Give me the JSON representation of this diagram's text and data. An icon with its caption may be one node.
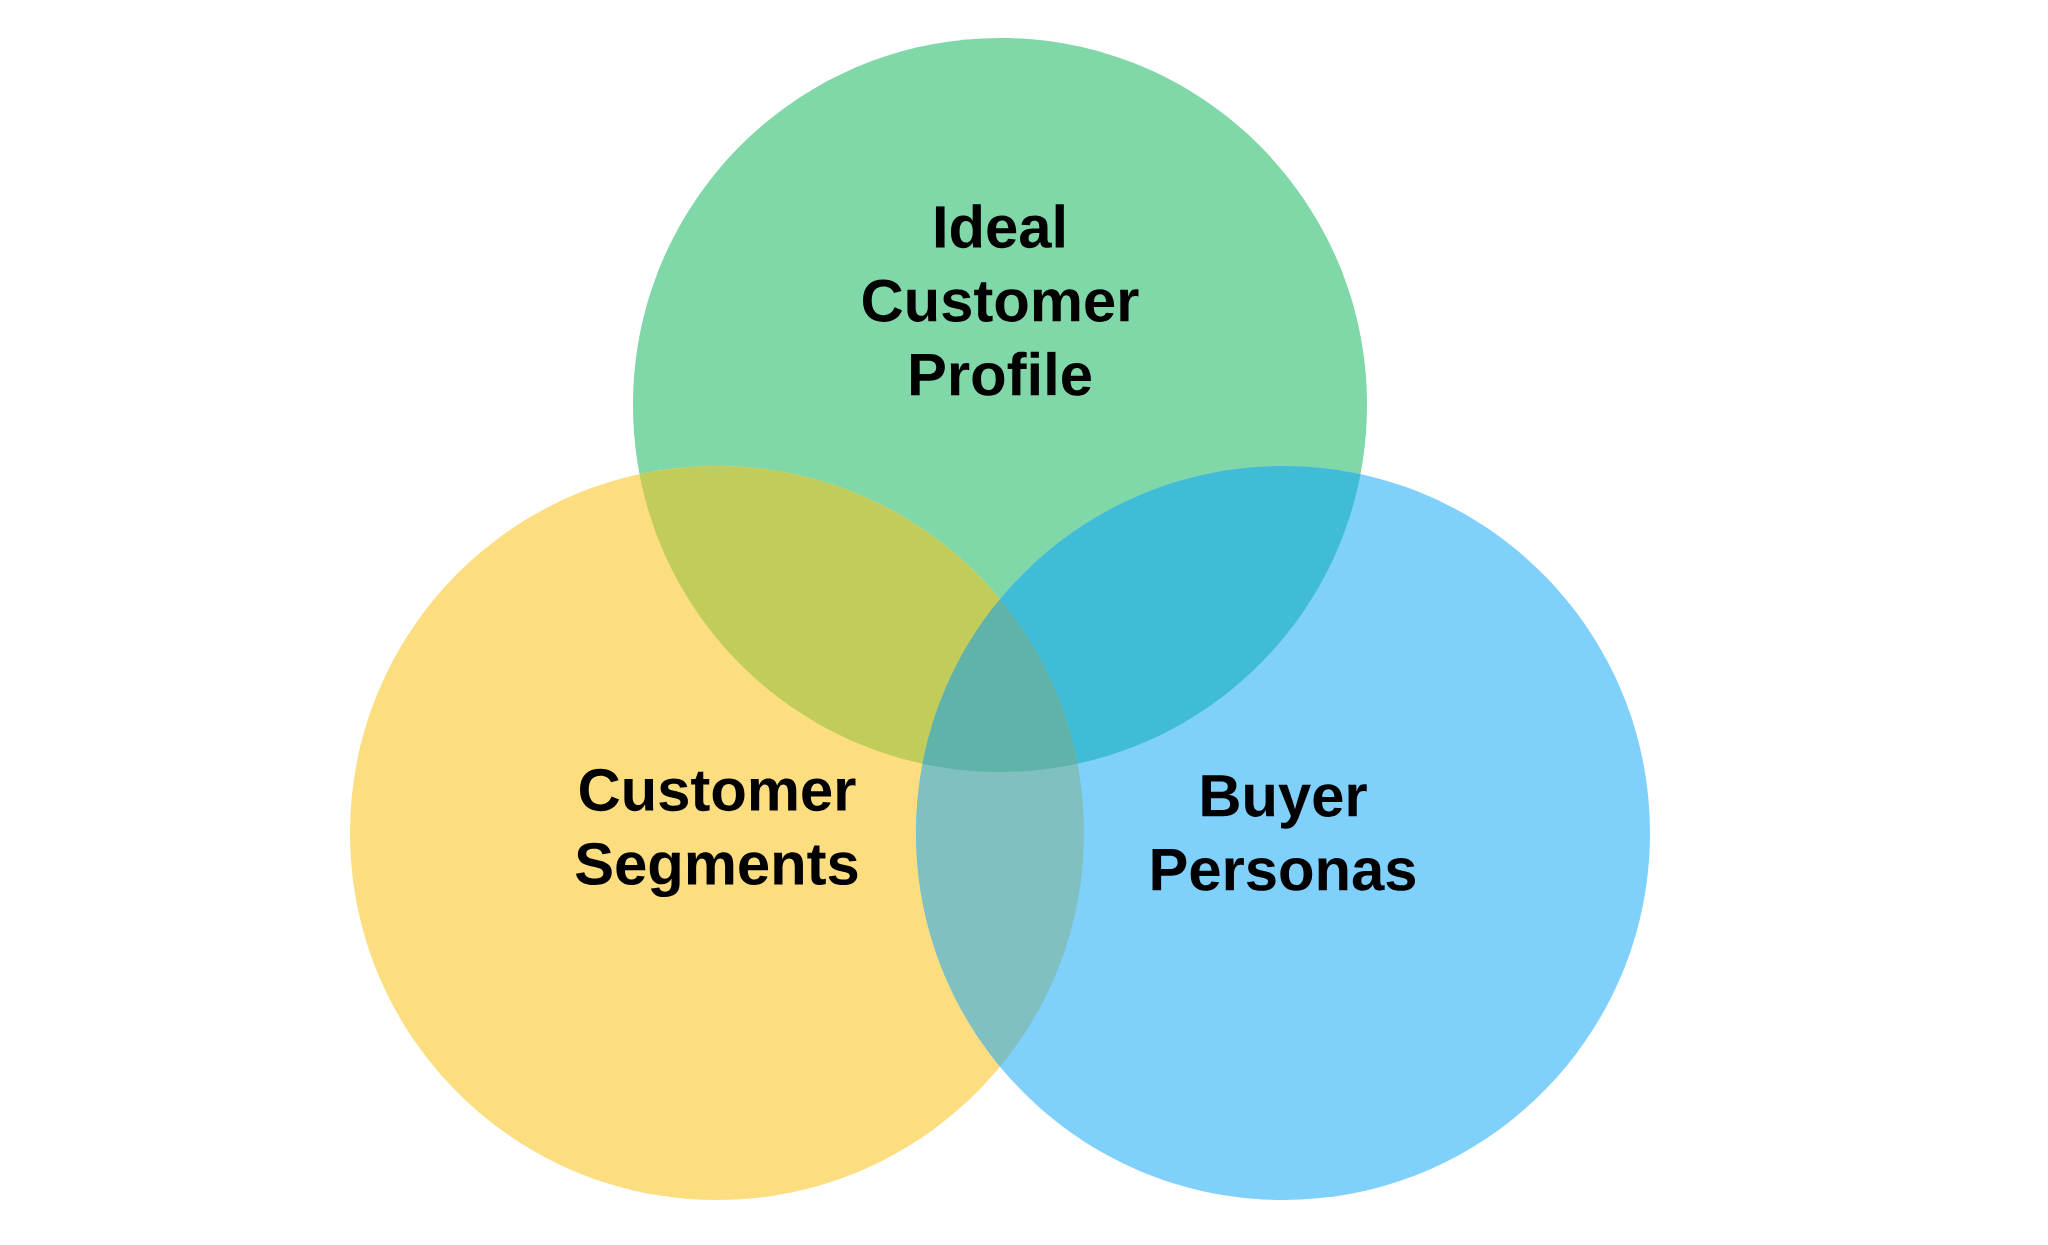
{
  "diagram": {
    "nodes": [
      {
        "text": [
          "Ideal Customer Profile"
        ]
      },
      {
        "text": [
          "Customer Segments"
        ]
      },
      {
        "text": [
          "Buyer Personas"
        ]
      }
    ]
  }
}
